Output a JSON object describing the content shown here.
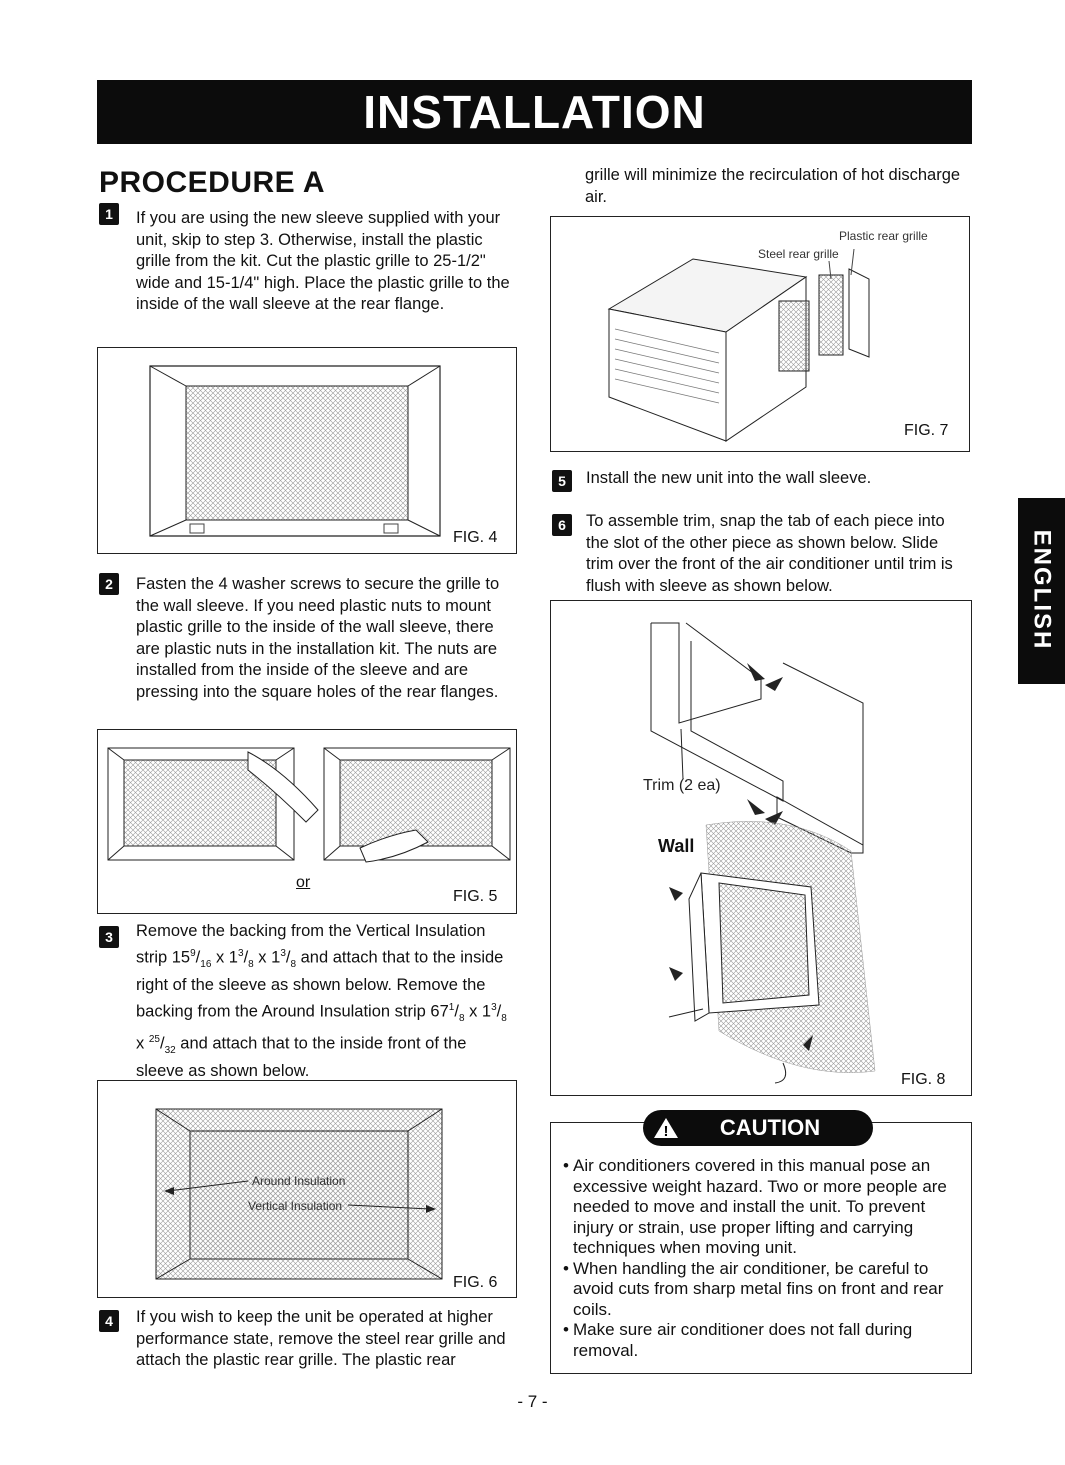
{
  "header": {
    "title": "INSTALLATION"
  },
  "procedure_title": "PROCEDURE A",
  "side_tab": "ENGLISH",
  "steps": {
    "s1": {
      "num": "1",
      "text": "If you are using the new sleeve supplied with your unit, skip to step 3. Otherwise, install the plastic grille from the kit. Cut the plastic grille to 25-1/2\" wide and 15-1/4\" high. Place the plastic grille to the inside of the wall sleeve at the rear flange."
    },
    "s2": {
      "num": "2",
      "text": "Fasten the 4 washer screws to secure the grille to the wall sleeve. If you need plastic nuts to mount plastic grille to the inside of the wall sleeve, there are plastic nuts in the installation kit. The nuts are installed from the inside of the sleeve and are pressing into the square holes of the rear flanges."
    },
    "s3": {
      "num": "3",
      "text_a": "Remove the backing from the Vertical Insulation strip 15",
      "frac_a_num": "9",
      "frac_a_den": "16",
      "text_b": " x 1",
      "frac_b_num": "3",
      "frac_b_den": "8",
      "text_c": " x 1",
      "frac_c_num": "3",
      "frac_c_den": "8",
      "text_d": " and attach that to the inside right of the sleeve as shown below. Remove the backing from the Around Insulation strip 67",
      "frac_d_num": "1",
      "frac_d_den": "8",
      "text_e": " x 1",
      "frac_e_num": "3",
      "frac_e_den": "8",
      "text_f": " x ",
      "frac_f_num": "25",
      "frac_f_den": "32",
      "text_g": " and attach that to the inside front of the sleeve as shown below."
    },
    "s4": {
      "num": "4",
      "text": "If you wish to keep the unit be operated at higher performance state, remove the steel rear grille and attach the plastic rear grille. The plastic rear",
      "continued": "grille will minimize the recirculation of hot discharge air."
    },
    "s5": {
      "num": "5",
      "text": "Install the new unit into the wall sleeve."
    },
    "s6": {
      "num": "6",
      "text": "To assemble trim, snap the tab of each piece into the slot of the other piece as shown below. Slide trim over the front of the air conditioner until trim is flush with sleeve as shown below."
    }
  },
  "figures": {
    "fig4": {
      "label": "FIG. 4"
    },
    "fig5": {
      "label": "FIG. 5",
      "or_text": "or"
    },
    "fig6": {
      "label": "FIG. 6",
      "around": "Around Insulation",
      "vertical": "Vertical Insulation"
    },
    "fig7": {
      "label": "FIG. 7",
      "plastic": "Plastic rear grille",
      "steel": "Steel rear grille"
    },
    "fig8": {
      "label": "FIG. 8",
      "trim": "Trim (2 ea)",
      "wall": "Wall"
    }
  },
  "caution": {
    "title": "CAUTION",
    "bullets": [
      "Air conditioners covered in this manual pose an excessive weight hazard. Two or more people are needed to move and install the unit. To prevent injury or strain, use proper lifting and carrying techniques when moving unit.",
      "When handling the air conditioner, be careful to avoid cuts from sharp metal fins on front and rear coils.",
      "Make sure air conditioner does not fall during removal."
    ]
  },
  "page_number": "- 7 -"
}
